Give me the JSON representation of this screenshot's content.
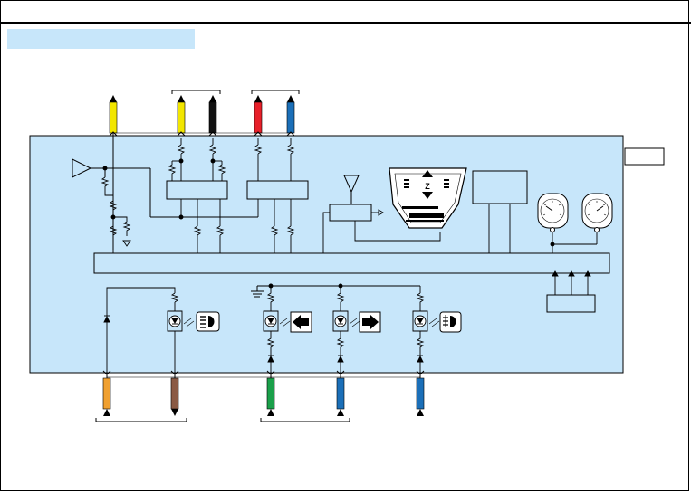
{
  "header": {
    "title": ""
  },
  "section": {
    "title": ""
  },
  "module": {
    "name": "",
    "connector_label": ""
  },
  "colors": {
    "module_fill": "#c7e6fa",
    "wire_yellow": "#f2e600",
    "wire_black": "#111111",
    "wire_red": "#e8202a",
    "wire_blue": "#1b6fb8",
    "wire_orange": "#f0a030",
    "wire_brown": "#8a5a44",
    "wire_green": "#1aa04a"
  },
  "top_wires": [
    "yellow",
    "yellow",
    "black",
    "red",
    "blue"
  ],
  "bottom_wires": [
    "orange",
    "brown",
    "green",
    "blue",
    "blue"
  ],
  "icons": [
    "speaker-triangle",
    "antenna",
    "gauge-cluster-display",
    "speedometer",
    "tachometer",
    "headlamp-high-beam-icon",
    "turn-left-arrow-icon",
    "turn-right-arrow-icon",
    "fog-lamp-icon",
    "ground-symbol"
  ]
}
